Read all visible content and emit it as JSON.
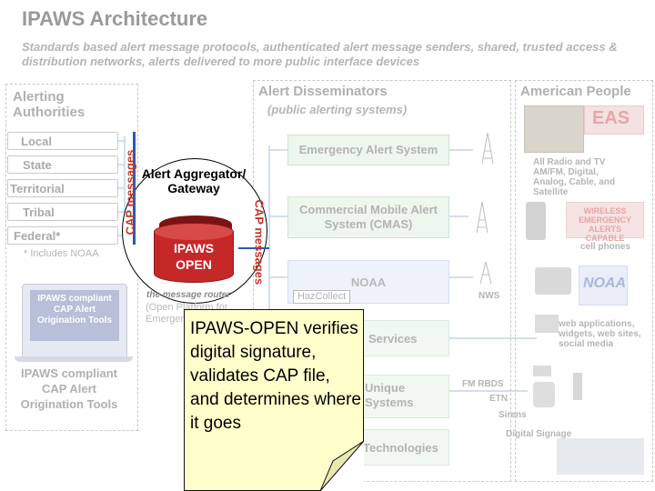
{
  "title": "IPAWS Architecture",
  "subtitle": "Standards based alert message protocols, authenticated alert message senders, shared, trusted access & distribution networks, alerts delivered to more public interface devices",
  "authorities": {
    "header": "Alerting Authorities",
    "items": [
      "Local",
      "State",
      "Territorial",
      "Tribal",
      "Federal*"
    ],
    "footnote": "* Includes NOAA",
    "laptop_screen": "IPAWS compliant CAP Alert Origination Tools",
    "tool_caption": "IPAWS compliant CAP Alert Origination Tools"
  },
  "disseminators": {
    "header": "Alert Disseminators",
    "subheader": "(public alerting systems)",
    "systems": [
      "Emergency Alert System",
      "Commercial Mobile Alert System (CMAS)",
      "NOAA",
      "Services",
      "Unique Systems",
      "Technologies"
    ],
    "hazcollect": "HazCollect",
    "nws": "NWS",
    "fm_rbds": "FM RBDS",
    "etn": "ETN",
    "sirens": "Sirens",
    "digital_signage": "Digital Signage"
  },
  "people": {
    "header": "American People",
    "eas_logo": "EAS",
    "radio_tv": "All Radio and TV AM/FM, Digital, Analog, Cable, and Satellite",
    "wea_logo": "WIRELESS EMERGENCY ALERTS CAPABLE",
    "cell_phones": "cell phones",
    "noaa_logo": "NOAA",
    "web": "web applications, widgets, web sites, social media"
  },
  "aggregator": {
    "label": "Alert Aggregator/ Gateway",
    "ipaws_label": "IPAWS OPEN",
    "cap_left": "CAP messages",
    "cap_right": "CAP messages",
    "router": "the message router",
    "open_platform": "(Open Platform for Emergency Networks)"
  },
  "callout": {
    "text": "IPAWS-OPEN verifies digital signature, validates CAP file, and determines where it goes"
  },
  "colors": {
    "cap_red": "#c0392b",
    "ipaws_red": "#c62828",
    "note_bg": "#ffffcc",
    "link_blue": "#4a78c8"
  }
}
